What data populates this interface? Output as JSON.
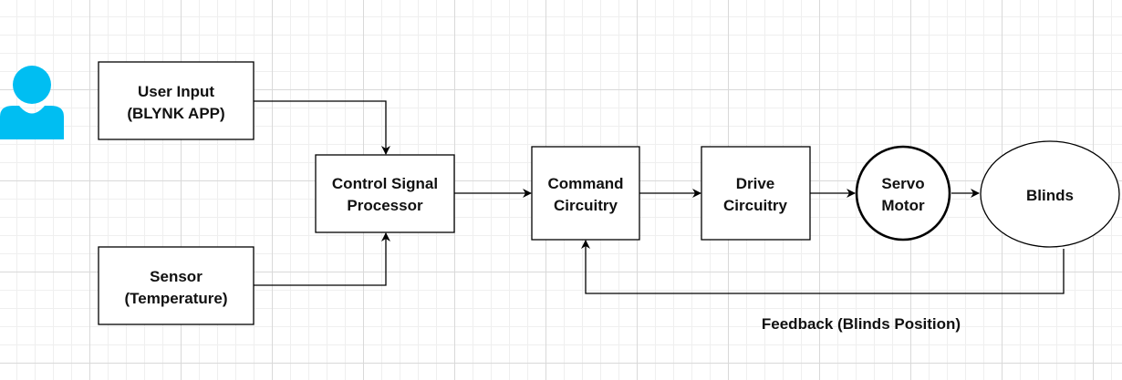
{
  "colors": {
    "user_icon": "#00BEF2",
    "line": "#000000",
    "node_fill": "#FFFFFF"
  },
  "icons": {
    "user": "user-icon"
  },
  "nodes": {
    "user_input": {
      "line1": "User Input",
      "line2": "(BLYNK APP)"
    },
    "sensor": {
      "line1": "Sensor",
      "line2": "(Temperature)"
    },
    "control_signal_processor": {
      "line1": "Control Signal",
      "line2": "Processor"
    },
    "command_circuitry": {
      "line1": "Command",
      "line2": "Circuitry"
    },
    "drive_circuitry": {
      "line1": "Drive",
      "line2": "Circuitry"
    },
    "servo_motor": {
      "line1": "Servo",
      "line2": "Motor"
    },
    "blinds": {
      "line1": "Blinds"
    }
  },
  "feedback_label": "Feedback (Blinds Position)"
}
